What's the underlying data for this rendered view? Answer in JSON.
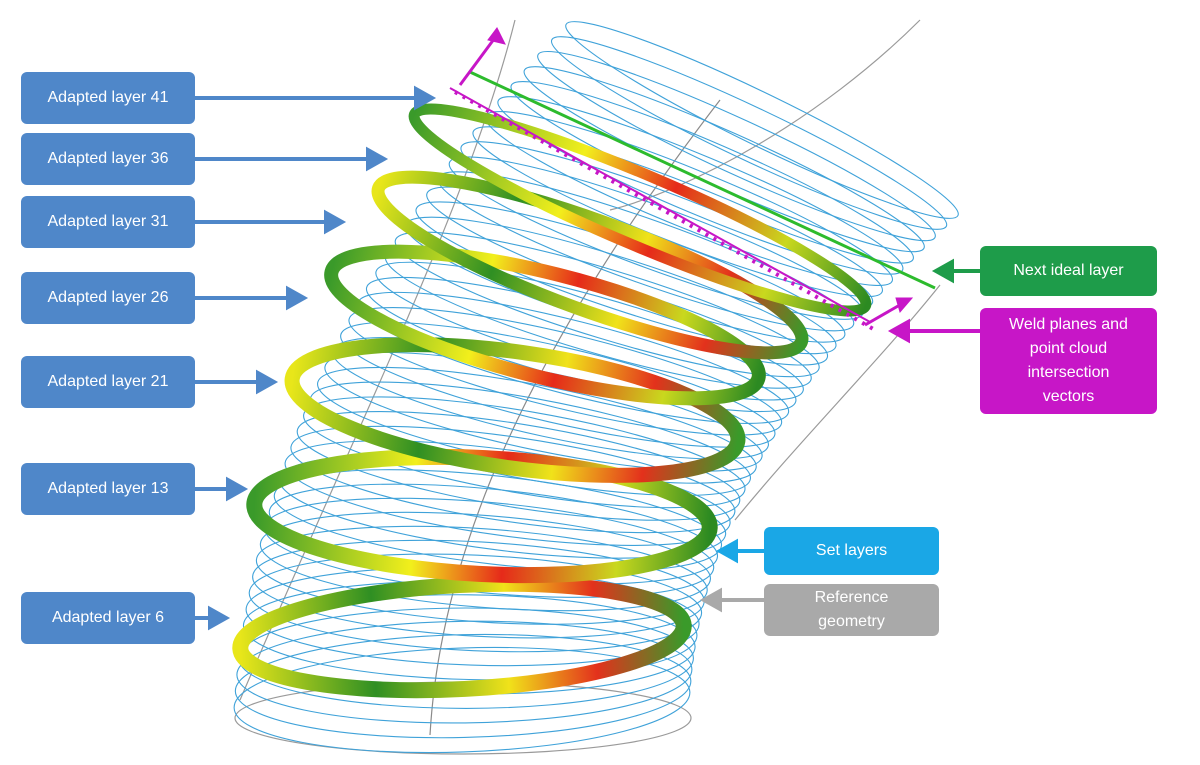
{
  "left_labels": [
    "Adapted layer 41",
    "Adapted layer 36",
    "Adapted layer 31",
    "Adapted layer 26",
    "Adapted layer 21",
    "Adapted layer 13",
    "Adapted layer 6"
  ],
  "right_labels": {
    "next_ideal_layer": "Next ideal layer",
    "weld_planes": [
      "Weld planes and",
      "point cloud",
      "intersection",
      "vectors"
    ],
    "set_layers": "Set layers",
    "reference_geometry": [
      "Reference",
      "geometry"
    ]
  },
  "colors": {
    "label_blue": "#4f87c9",
    "arrow_blue": "#4f87c9",
    "next_layer_green": "#1e9c4a",
    "weld_magenta": "#c716c7",
    "set_layer_cyan": "#1aa7e6",
    "reference_grey": "#a9a9a9"
  }
}
